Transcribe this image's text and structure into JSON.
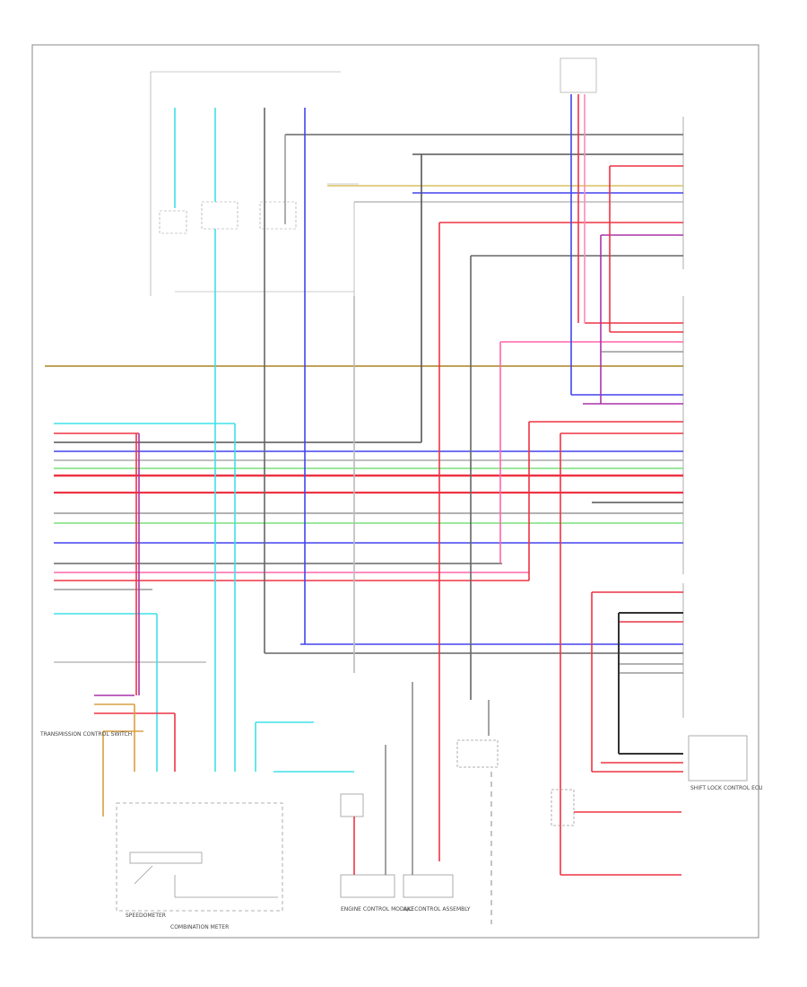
{
  "diagram": {
    "page_number": "",
    "components": {
      "combination_meter": "COMBINATION METER",
      "speedometer": "SPEEDOMETER",
      "engine_control_module": "ENGINE CONTROL MODULE",
      "a_c_control_assembly": "A/C CONTROL ASSEMBLY",
      "shift_lock_control_ecu": "SHIFT LOCK CONTROL ECU",
      "transmission_control_switch": "TRANSMISSION CONTROL SWITCH"
    }
  },
  "colors": {
    "border": "#888888",
    "component": "#999999",
    "wire_gray": "#666666",
    "wire_dark": "#333333",
    "wire_cyan": "#3fe0e8",
    "wire_blue": "#4444ee",
    "wire_red": "#ee3344",
    "wire_pink": "#ff66aa",
    "wire_violet": "#bb55ee",
    "wire_purple": "#aa33aa",
    "wire_green": "#7ae07a",
    "wire_olive": "#a88420",
    "wire_orange": "#d8a040"
  }
}
